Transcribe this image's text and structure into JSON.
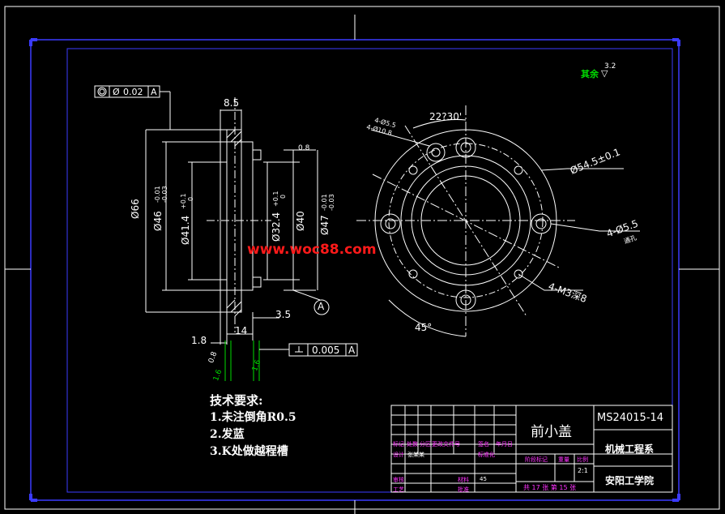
{
  "watermark": "www.woc88.com",
  "surface": {
    "other_label": "其余",
    "other_value": "3.2"
  },
  "tolerances": {
    "runout_value": "0.02",
    "runout_datum": "A",
    "perp_value": "0.005",
    "perp_datum": "A",
    "datum_label": "A"
  },
  "section_dims": {
    "width_top": "8.5",
    "d_outer": "Ø66",
    "d46": "Ø46",
    "d46_tol_hi": "-0.01",
    "d46_tol_lo": "-0.03",
    "d41": "Ø41.4",
    "d41_tol_hi": "+0.1",
    "d41_tol_lo": "0",
    "d32": "Ø32.4",
    "d32_tol_hi": "+0.1",
    "d32_tol_lo": "0",
    "d40": "Ø40",
    "d47": "Ø47",
    "d47_tol_hi": "-0.01",
    "d47_tol_lo": "-0.03",
    "rough_08": "0.8",
    "dim_35": "3.5",
    "dim_18": "1.8",
    "dim_14": "14",
    "rough_16": "1.6",
    "rough_08b": "0.8",
    "rough_16b": "1.6"
  },
  "view_dims": {
    "angle_top": "22?30'",
    "hole_a": "4-Ø5.5",
    "hole_b": "4-Ø10.8",
    "pcd": "Ø54.5±0.1",
    "hole_c": "4-Ø5.5",
    "hole_d": "通孔",
    "thread": "4-M3深8",
    "angle_bottom": "45°"
  },
  "notes": {
    "title": "技术要求:",
    "items": [
      "1.未注倒角R0.5",
      "2.发蓝",
      "3.K处做越程槽"
    ]
  },
  "title_block": {
    "part_name": "前小盖",
    "drawing_no": "MS24015-14",
    "department": "机械工程系",
    "school": "安阳工学院",
    "row_headers": [
      "标记",
      "处数",
      "分区",
      "更改文件号",
      "签名",
      "年月日"
    ],
    "designer_label": "设计",
    "designer": "张某某",
    "standard_label": "标准化",
    "stage_label": "阶段标记",
    "weight_label": "重量",
    "scale_label": "比例",
    "scale": "2:1",
    "check_label": "审核",
    "process_label": "工艺",
    "approve_label": "批准",
    "material_label": "材料",
    "material": "45",
    "sheets": "共 17 张 第 15 张"
  },
  "colors": {
    "border": "#ffffff",
    "inner_frame": "#3b3bff",
    "title_magenta": "#ff33ff",
    "dim_white": "#ffffff",
    "green": "#00dd00",
    "watermark_red": "#ff1a1a",
    "yellow": "#ffee00"
  }
}
